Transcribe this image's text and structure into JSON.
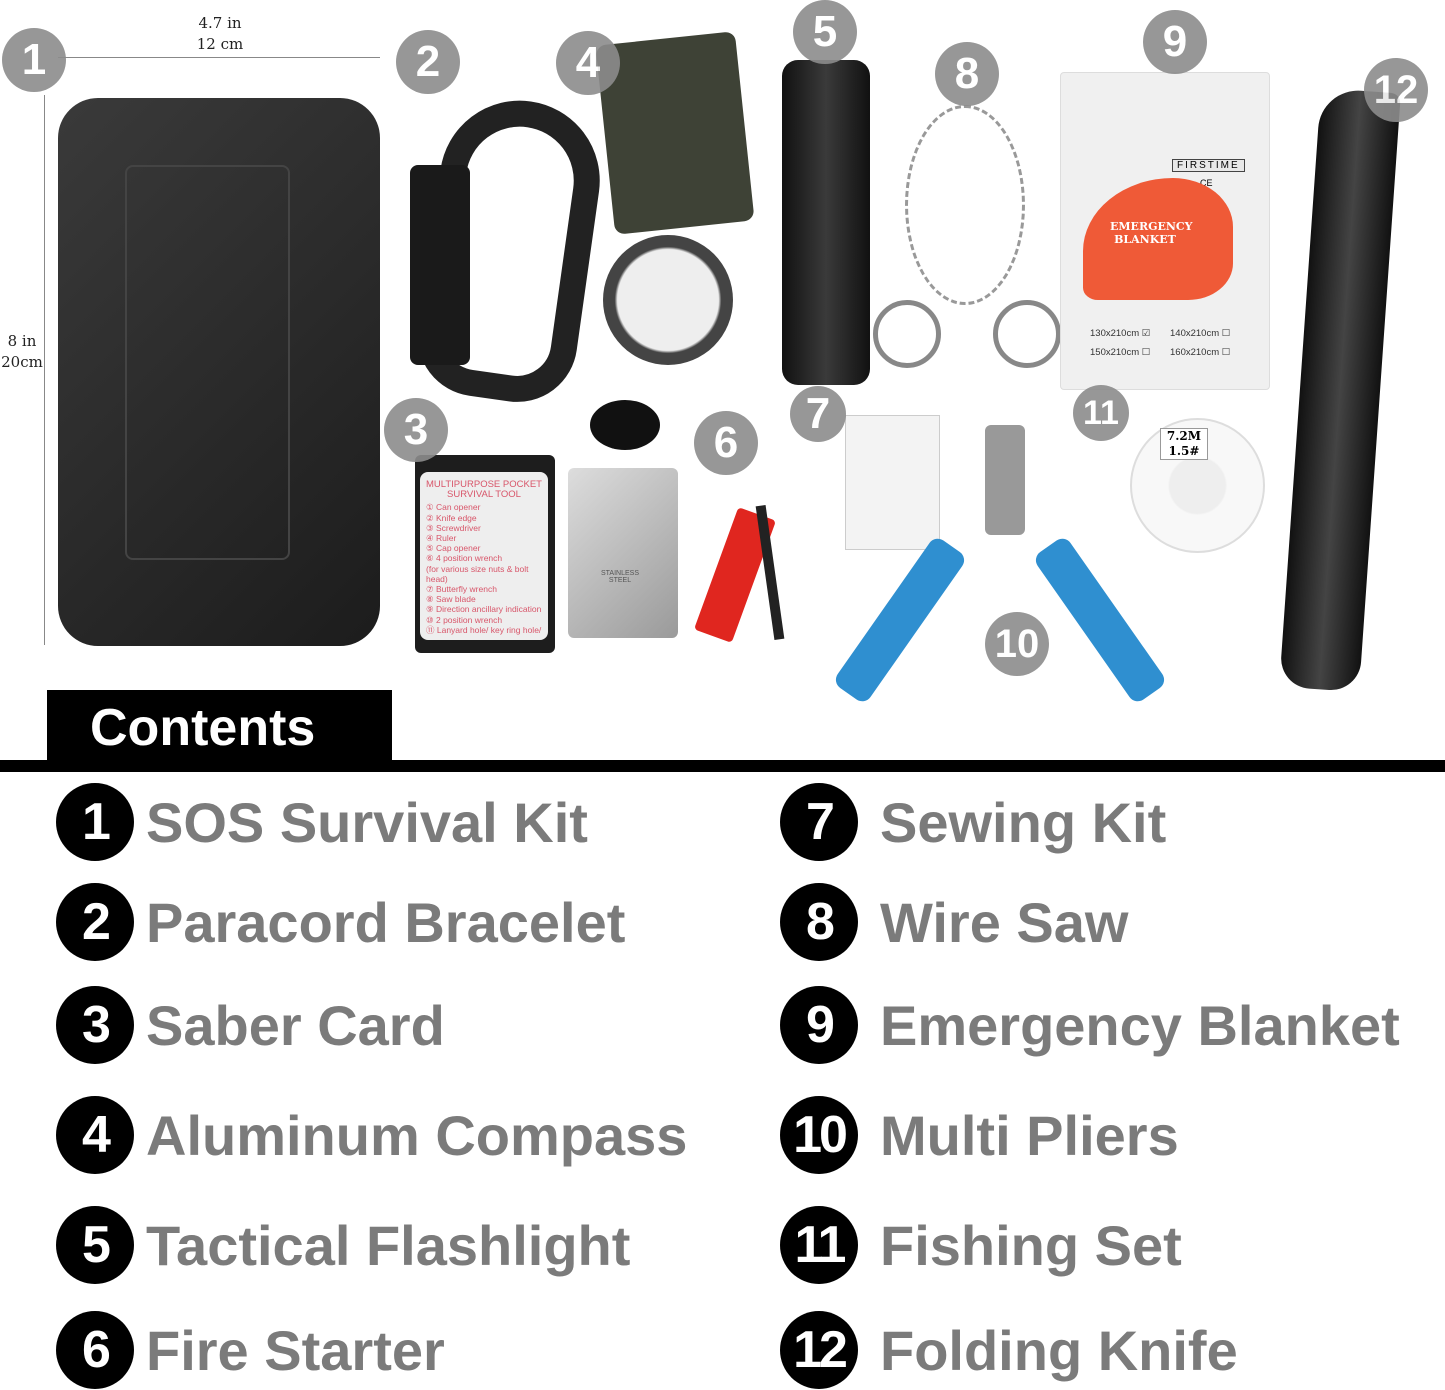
{
  "dimensions": {
    "width_in": "4.7 in",
    "width_cm": "12 cm",
    "height_in": "8 in",
    "height_cm": "20cm"
  },
  "photo_badges": [
    "1",
    "2",
    "3",
    "4",
    "5",
    "6",
    "7",
    "8",
    "9",
    "10",
    "11",
    "12"
  ],
  "saber_card": {
    "title": "MULTIPURPOSE POCKET SURVIVAL TOOL",
    "features": [
      "① Can opener",
      "② Knife edge",
      "③ Screwdriver",
      "④ Ruler",
      "⑤ Cap opener",
      "⑥ 4 position wrench",
      "(for various size nuts & bolt head)",
      "⑦ Butterfly wrench",
      "⑧ Saw blade",
      "⑨ Direction ancillary indication",
      "⑩ 2 position wrench",
      "⑪ Lanyard hole/ key ring hole/"
    ],
    "engraving": "STAINLESS STEEL"
  },
  "blanket": {
    "brand": "FIRSTIME",
    "mark": "CE",
    "title": "EMERGENCY BLANKET",
    "sizes": [
      "130x210cm ☑",
      "140x210cm ☐",
      "150x210cm ☐",
      "160x210cm ☐"
    ]
  },
  "fishing": {
    "length": "7.2M",
    "weight": "1.5#"
  },
  "contents": {
    "heading": "Contents",
    "items": [
      {
        "num": "1",
        "label": "SOS Survival Kit"
      },
      {
        "num": "2",
        "label": "Paracord Bracelet"
      },
      {
        "num": "3",
        "label": "Saber Card"
      },
      {
        "num": "4",
        "label": "Aluminum Compass"
      },
      {
        "num": "5",
        "label": "Tactical Flashlight"
      },
      {
        "num": "6",
        "label": "Fire Starter"
      },
      {
        "num": "7",
        "label": "Sewing Kit"
      },
      {
        "num": "8",
        "label": "Wire Saw"
      },
      {
        "num": "9",
        "label": "Emergency Blanket"
      },
      {
        "num": "10",
        "label": "Multi Pliers"
      },
      {
        "num": "11",
        "label": "Fishing Set"
      },
      {
        "num": "12",
        "label": "Folding Knife"
      }
    ]
  },
  "colors": {
    "label_grey": "#7b7b7b",
    "badge_black": "#000000",
    "blanket_red": "#ef5a37",
    "pliers_blue": "#2f8fd0"
  }
}
